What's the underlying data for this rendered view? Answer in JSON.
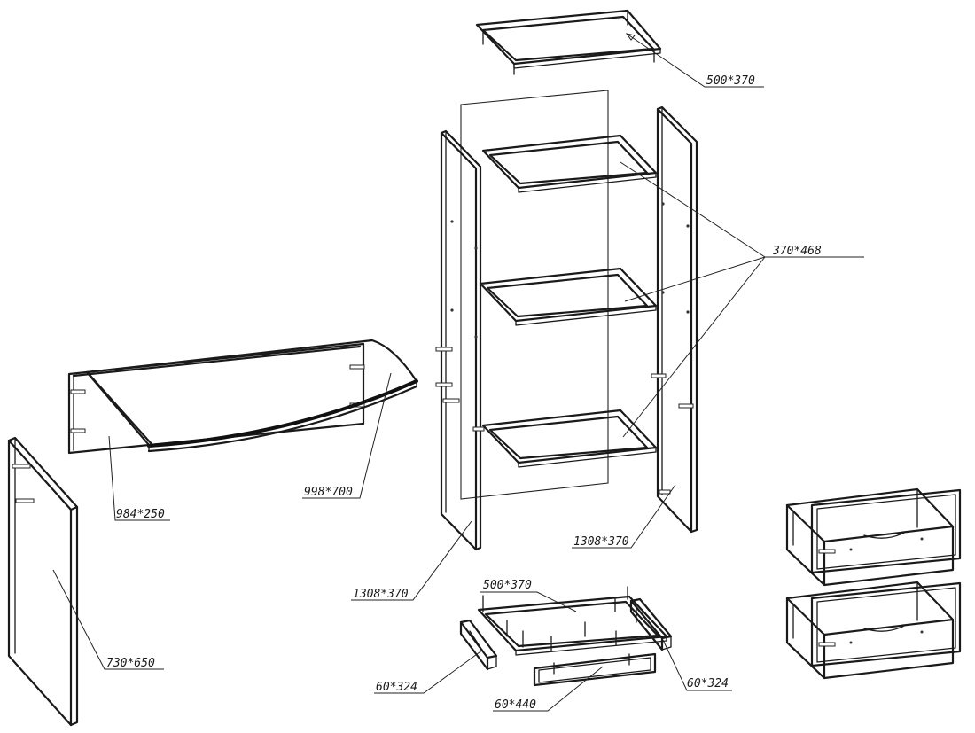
{
  "labels": {
    "top_panel": "500*370",
    "shelves": "370*468",
    "right_side": "1308*370",
    "left_side": "1308*370",
    "bottom_panel": "500*370",
    "plinth_right": "60*324",
    "plinth_left": "60*324",
    "plinth_front": "60*440",
    "door": "730*650",
    "desk_back": "984*250",
    "desk_top": "998*700"
  },
  "colors": {
    "line": "#1a1a1a",
    "background": "#ffffff"
  }
}
